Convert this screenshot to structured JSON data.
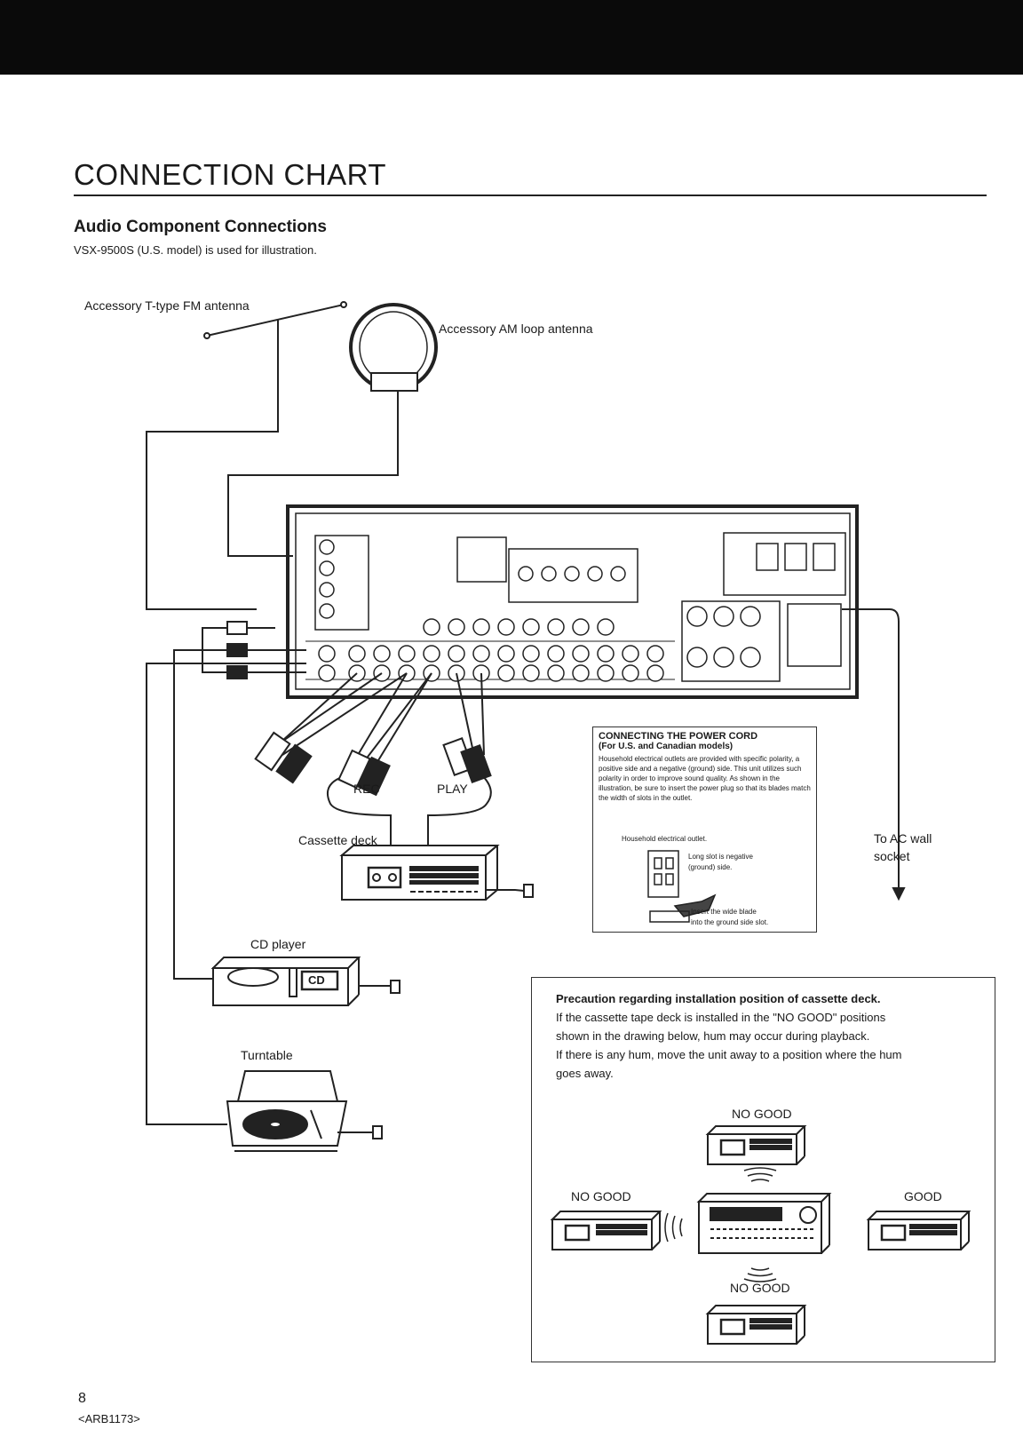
{
  "page": {
    "title": "CONNECTION CHART",
    "section_title": "Audio Component Connections",
    "section_note": "VSX-9500S (U.S. model) is used for illustration.",
    "page_number": "8",
    "doc_code": "<ARB1173>"
  },
  "diagram": {
    "fm_antenna_label": "Accessory T-type FM antenna",
    "am_antenna_label": "Accessory AM loop antenna",
    "rec_label": "REC",
    "play_label": "PLAY",
    "cassette_label": "Cassette deck",
    "cd_label": "CD player",
    "cd_badge": "CD",
    "turntable_label": "Turntable",
    "ac_label_line1": "To AC wall",
    "ac_label_line2": "socket",
    "outlet_caption": "Household electrical outlet.",
    "long_slot_line1": "Long slot is negative",
    "long_slot_line2": "(ground) side.",
    "insert_line1": "Insert the wide blade",
    "insert_line2": "into the ground side slot."
  },
  "power_cord": {
    "heading": "CONNECTING THE POWER CORD",
    "subheading": "(For U.S. and Canadian models)",
    "body": "Household electrical outlets are provided with specific polarity, a positive side and a negative (ground) side. This unit utilizes such polarity in order to improve sound quality. As shown in the illustration, be sure to insert the power plug so that its blades match the width of slots in the outlet."
  },
  "precaution": {
    "title": "Precaution regarding installation position of cassette deck.",
    "line1": "If the cassette tape deck is installed in the \"NO GOOD\" positions",
    "line2": "shown in the drawing below, hum may occur during playback.",
    "line3": "If there is any hum, move the unit away to a position where the hum",
    "line4": "goes away.",
    "label_top": "NO GOOD",
    "label_left": "NO GOOD",
    "label_right": "GOOD",
    "label_bottom": "NO GOOD"
  }
}
